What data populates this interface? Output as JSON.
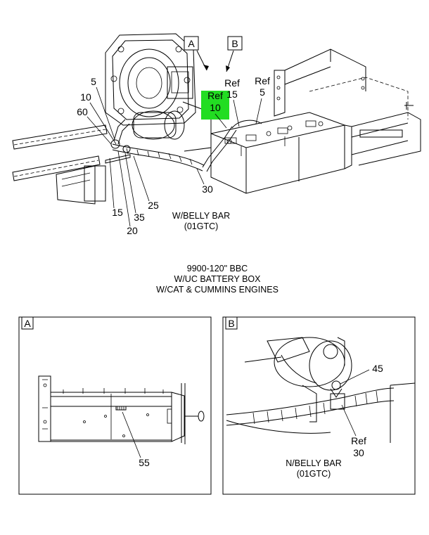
{
  "main_view": {
    "callout_a": "A",
    "callout_b": "B",
    "ref_highlight": {
      "ref": "Ref",
      "num": "10",
      "color": "#22dd22"
    },
    "ref_15": {
      "ref": "Ref",
      "num": "15"
    },
    "ref_5": {
      "ref": "Ref",
      "num": "5"
    },
    "part_numbers": {
      "p5": "5",
      "p10": "10",
      "p60": "60",
      "p15": "15",
      "p20": "20",
      "p35": "35",
      "p25": "25",
      "p30": "30"
    },
    "caption": [
      "W/BELLY BAR",
      "(01GTC)"
    ]
  },
  "title": [
    "9900-120\" BBC",
    "W/UC BATTERY BOX",
    "W/CAT & CUMMINS ENGINES"
  ],
  "detail_a": {
    "tag": "A",
    "part": "55"
  },
  "detail_b": {
    "tag": "B",
    "part": "45",
    "ref": "Ref",
    "ref_num": "30",
    "caption": [
      "N/BELLY BAR",
      "(01GTC)"
    ]
  }
}
